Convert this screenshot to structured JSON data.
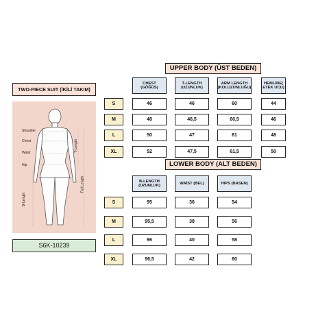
{
  "left": {
    "title": "TWO-PIECE SUIT (İKİLİ TAKIM)",
    "code": "S6K-10239",
    "figure_labels": {
      "shoulder": "Shoulder",
      "chest": "Chest",
      "waist": "Waist",
      "hip": "Hip",
      "b_length": "B-Length",
      "t_length": "T-Length",
      "full_length": "Full Length"
    }
  },
  "upper": {
    "title": "UPPER BODY (ÜST BEDEN)",
    "columns": [
      {
        "l1": "CHEST",
        "l2": "(GÖĞÜS)"
      },
      {
        "l1": "T-LENGTH",
        "l2": "(UZUNLUK)"
      },
      {
        "l1": "ARM LENGTH",
        "l2": "(KOLUZUNLUĞU)"
      },
      {
        "l1": "HEMLİNE(",
        "l2": "ETEK UCU)"
      }
    ],
    "rows": [
      {
        "size": "S",
        "values": [
          "46",
          "46",
          "60",
          "44"
        ]
      },
      {
        "size": "M",
        "values": [
          "48",
          "46,5",
          "60,5",
          "46"
        ]
      },
      {
        "size": "L",
        "values": [
          "50",
          "47",
          "61",
          "48"
        ]
      },
      {
        "size": "XL",
        "values": [
          "52",
          "47,5",
          "61,5",
          "50"
        ]
      }
    ]
  },
  "lower": {
    "title": "LOWER BODY (ALT BEDEN)",
    "columns": [
      {
        "l1": "B-LENGTH",
        "l2": "(UZUNLUK)"
      },
      {
        "l1": "WAİST  (BEL)",
        "l2": ""
      },
      {
        "l1": "HIPS (BASEN)",
        "l2": ""
      }
    ],
    "rows": [
      {
        "size": "S",
        "values": [
          "95",
          "36",
          "54"
        ]
      },
      {
        "size": "M",
        "values": [
          "95,5",
          "38",
          "56"
        ]
      },
      {
        "size": "L",
        "values": [
          "96",
          "40",
          "58"
        ]
      },
      {
        "size": "XL",
        "values": [
          "96,5",
          "42",
          "60"
        ]
      }
    ]
  }
}
